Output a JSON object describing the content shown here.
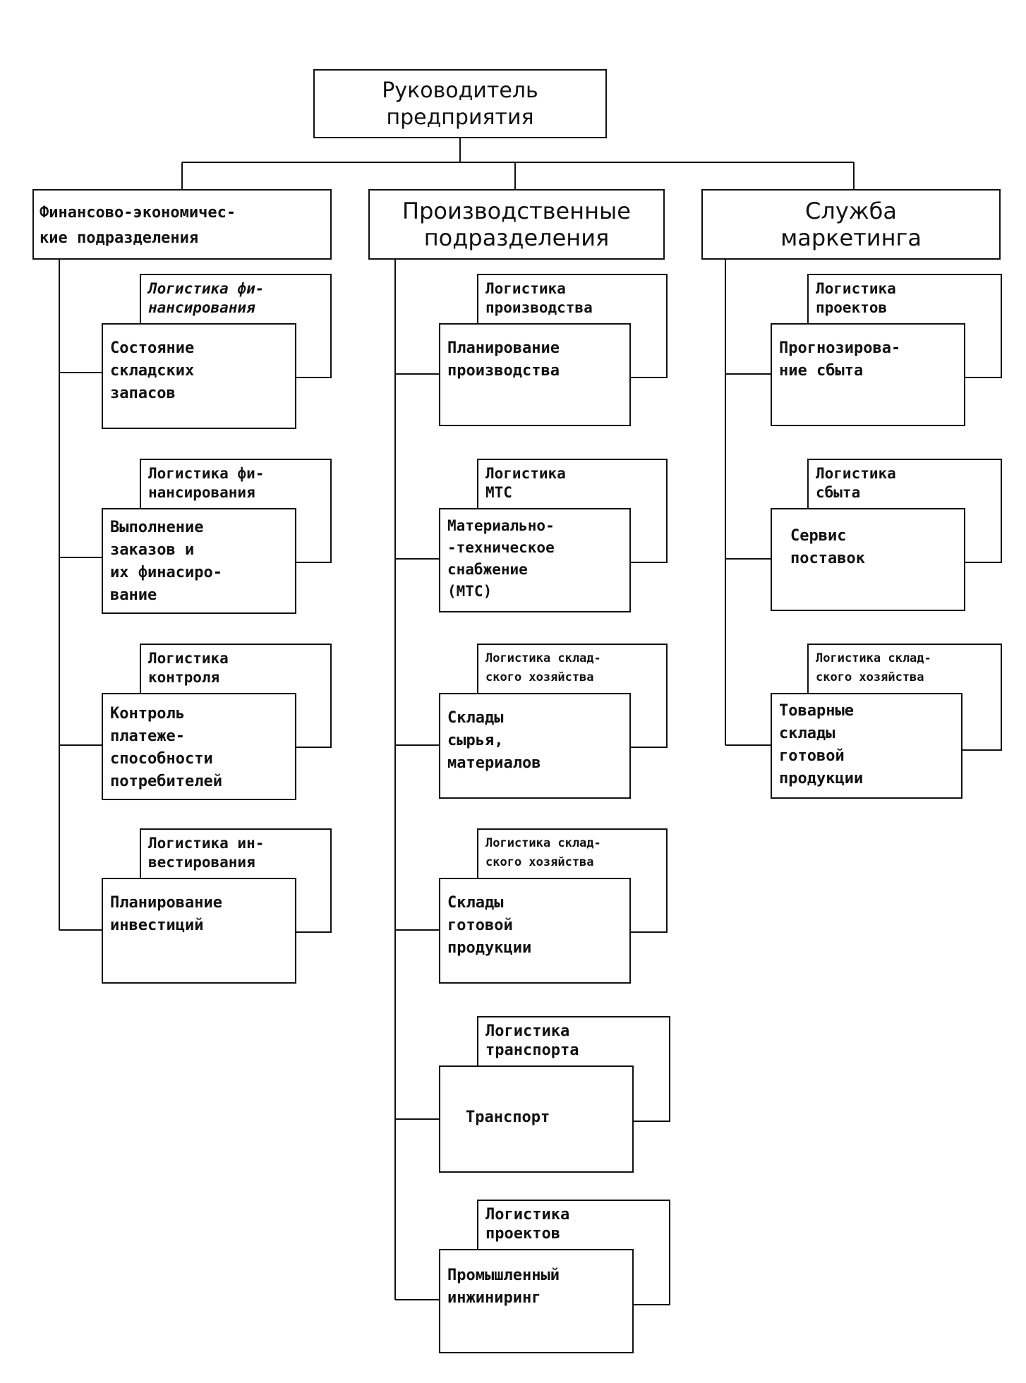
{
  "root": {
    "label": "Руководитель\nпредприятия"
  },
  "departments": [
    {
      "label": "Финансово-экономичес-\nкие подразделения",
      "items": [
        {
          "logistics": "Логистика фи-\nнансирования",
          "unit": "Состояние\nскладских\nзапасов"
        },
        {
          "logistics": "Логистика фи-\nнансирования",
          "unit": "Выполнение\nзаказов и\nих финасиро-\nвание"
        },
        {
          "logistics": "Логистика\nконтроля",
          "unit": "Контроль\nплатеже-\nспособности\nпотребителей"
        },
        {
          "logistics": "Логистика ин-\nвестирования",
          "unit": "Планирование\nинвестиций"
        }
      ]
    },
    {
      "label": "Производственные\nподразделения",
      "items": [
        {
          "logistics": "Логистика\nпроизводства",
          "unit": "Планирование\nпроизводства"
        },
        {
          "logistics": "Логистика\nМТС",
          "unit": "Материально-\n-техническое\nснабжение\n(МТС)"
        },
        {
          "logistics": "Логистика склад-\nского хозяйства",
          "unit": "Склады\nсырья,\nматериалов"
        },
        {
          "logistics": "Логистика склад-\nского хозяйства",
          "unit": "Склады\nготовой\nпродукции"
        },
        {
          "logistics": "Логистика\nтранспорта",
          "unit": "Транспорт"
        },
        {
          "logistics": "Логистика\nпроектов",
          "unit": "Промышленный\nинжиниринг"
        }
      ]
    },
    {
      "label": "Служба\nмаркетинга",
      "items": [
        {
          "logistics": "Логистика\nпроектов",
          "unit": "Прогнозирова-\nние сбыта"
        },
        {
          "logistics": "Логистика\nсбыта",
          "unit": "Сервис\nпоставок"
        },
        {
          "logistics": "Логистика склад-\nского хозяйства",
          "unit": "Товарные\nсклады\nготовой\nпродукции"
        }
      ]
    }
  ]
}
